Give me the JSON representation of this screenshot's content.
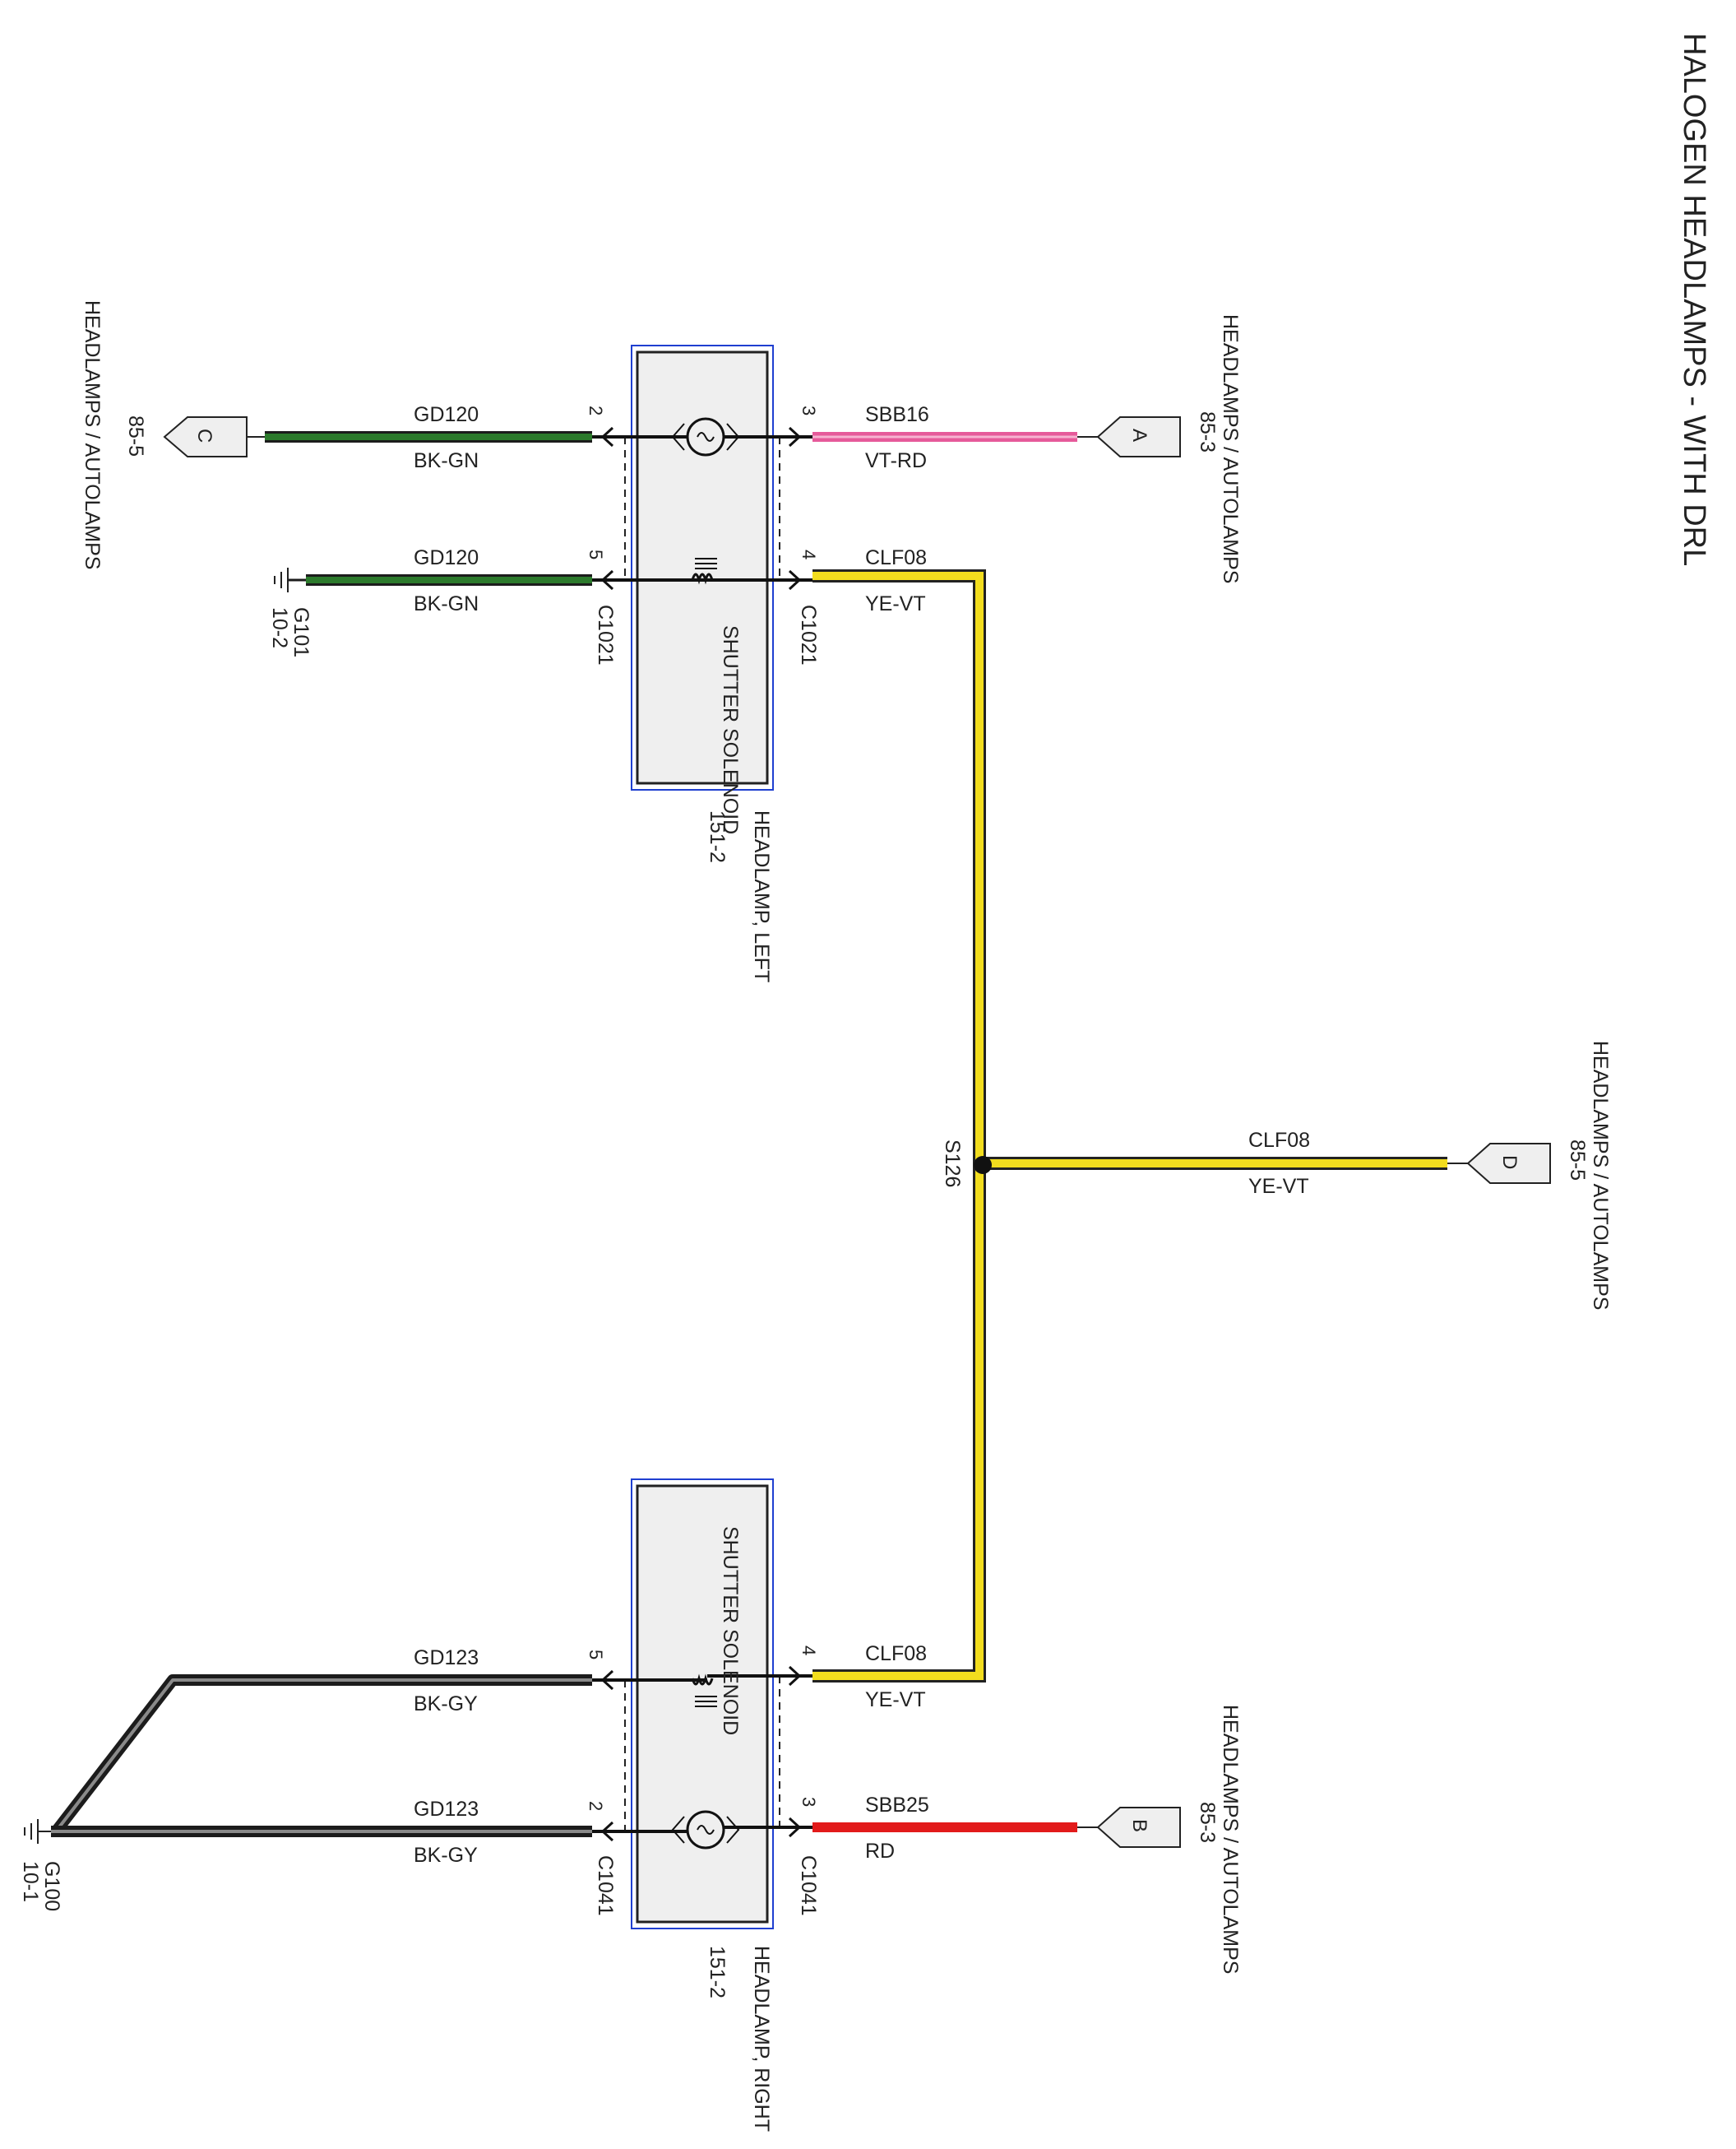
{
  "title": "HALOGEN HEADLAMPS - WITH DRL",
  "colors": {
    "background": "#ffffff",
    "wire_black": "#1c1c1c",
    "wire_green": "#2c7a2c",
    "wire_pink": "#e65a9a",
    "wire_yellow": "#f2dd1e",
    "wire_red": "#e21a1a",
    "component_border": "#1f3fd0",
    "component_fill": "#efefef",
    "text": "#222222"
  },
  "connectors": {
    "A": {
      "letter": "A",
      "reference": "HEADLAMPS / AUTOLAMPS",
      "page": "85-3"
    },
    "B": {
      "letter": "B",
      "reference": "HEADLAMPS / AUTOLAMPS",
      "page": "85-3"
    },
    "C": {
      "letter": "C",
      "reference": "HEADLAMPS / AUTOLAMPS",
      "page": "85-5"
    },
    "D": {
      "letter": "D",
      "reference": "HEADLAMPS / AUTOLAMPS",
      "page": "85-5"
    }
  },
  "grounds": {
    "g101": {
      "name": "G101",
      "page": "10-2"
    },
    "g100": {
      "name": "G100",
      "page": "10-1"
    }
  },
  "splice": {
    "name": "S126"
  },
  "components": {
    "left": {
      "name": "HEADLAMP, LEFT",
      "page": "151-2",
      "connector": "C1021",
      "solenoid_label": "SHUTTER SOLENOID"
    },
    "right": {
      "name": "HEADLAMP, RIGHT",
      "page": "151-2",
      "connector": "C1041",
      "solenoid_label": "SHUTTER SOLENOID"
    }
  },
  "wires": {
    "left_pin3": {
      "circuit": "SBB16",
      "color": "VT-RD",
      "pin": "3"
    },
    "left_pin4": {
      "circuit": "CLF08",
      "color": "YE-VT",
      "pin": "4"
    },
    "left_pin2": {
      "circuit": "GD120",
      "color": "BK-GN",
      "pin": "2"
    },
    "left_pin5": {
      "circuit": "GD120",
      "color": "BK-GN",
      "pin": "5"
    },
    "to_d": {
      "circuit": "CLF08",
      "color": "YE-VT"
    },
    "right_pin4": {
      "circuit": "CLF08",
      "color": "YE-VT",
      "pin": "4"
    },
    "right_pin3": {
      "circuit": "SBB25",
      "color": "RD",
      "pin": "3"
    },
    "right_pin5": {
      "circuit": "GD123",
      "color": "BK-GY",
      "pin": "5"
    },
    "right_pin2": {
      "circuit": "GD123",
      "color": "BK-GY",
      "pin": "2"
    }
  }
}
